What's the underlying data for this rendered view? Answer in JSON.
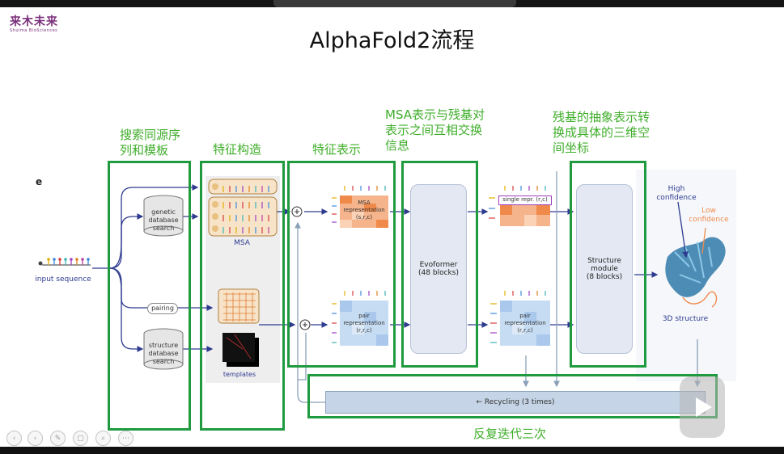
{
  "logo": {
    "text": "来木未来",
    "subtitle": "Shuima BioSciences"
  },
  "title": "AlphaFold2流程",
  "annotations": {
    "search": "搜索同源序\n列和模板",
    "features": "特征构造",
    "repr": "特征表示",
    "evo": "MSA表示与残基对\n表示之间互相交换\n信息",
    "structure": "残基的抽象表示转\n换成具体的三维空\n间坐标",
    "recycle": "反复迭代三次"
  },
  "left_glyph": "e",
  "labels": {
    "input_sequence": "input sequence",
    "genetic_db": "genetic\ndatabase\nsearch",
    "structure_db": "structure\ndatabase\nsearch",
    "pairing": "pairing",
    "msa": "MSA",
    "templates": "templates",
    "msa_repr": "MSA\nrepresentation\n(s,r,c)",
    "pair_repr": "pair\nrepresentation\n(r,r,c)",
    "evoformer": "Evoformer\n(48 blocks)",
    "single_repr": "single repr. (r,c)",
    "pair_repr2": "pair\nrepresentation\n(r,r,c)",
    "structure_module": "Structure\nmodule\n(8 blocks)",
    "high_conf": "High\nconfidence",
    "low_conf": "Low\nconfidence",
    "structure_3d": "3D structure",
    "recycling": "← Recycling (3 times)"
  },
  "colors": {
    "green": "#1f9a3e",
    "annotation_green": "#3fae2a",
    "arrow": "#2d3b8f",
    "orange": "#f08a4b",
    "blue_cell": "#a9c8ec"
  }
}
